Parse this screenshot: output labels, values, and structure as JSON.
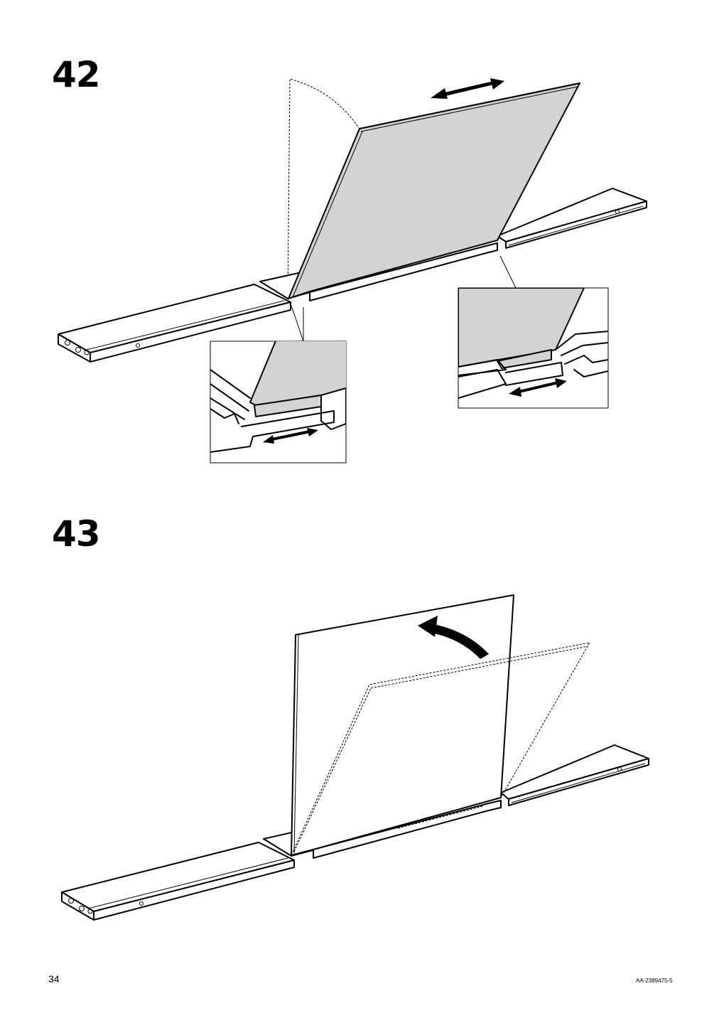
{
  "steps": [
    {
      "number": "42"
    },
    {
      "number": "43"
    }
  ],
  "footer": {
    "page_number": "34",
    "document_code": "AA-2389475-5"
  },
  "illustration_colors": {
    "panel_fill": "#d3d3d3",
    "line": "#000000",
    "background": "#ffffff"
  }
}
